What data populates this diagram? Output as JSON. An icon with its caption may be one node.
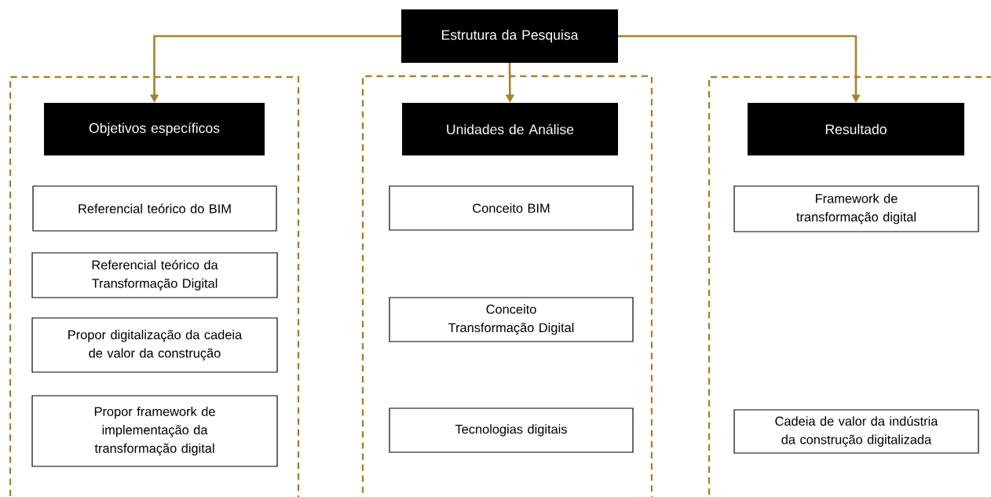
{
  "diagram": {
    "nodes": [
      {
        "text": [
          "Estrutura da Pesquisa"
        ]
      },
      {
        "text": [],
        "shape": "box"
      },
      {
        "text": [
          "Objetivos específicos"
        ],
        "in": 1
      },
      {
        "text": [
          "Referencial teórico do BIM"
        ],
        "in": 1
      },
      {
        "text": [
          "Referencial teórico da Transformação Digital"
        ],
        "in": 1
      },
      {
        "text": [
          "Propor digitalização da cadeia de valor da construção"
        ],
        "in": 1
      },
      {
        "text": [
          "Propor framework de implementação da transformação digital"
        ],
        "in": 1
      },
      {
        "text": [],
        "shape": "box"
      },
      {
        "text": [
          "Unidades de Análise"
        ],
        "in": 7
      },
      {
        "text": [
          "Conceito BIM"
        ],
        "in": 7
      },
      {
        "text": [
          "Conceito Transformação Digital"
        ],
        "in": 7
      },
      {
        "text": [
          "Tecnologias digitais"
        ],
        "in": 7
      },
      {
        "text": [],
        "shape": "box"
      },
      {
        "text": [
          "Resultado"
        ],
        "in": 12
      },
      {
        "text": [
          "Framework de transformação digital"
        ],
        "in": 12
      },
      {
        "text": [
          "Cadeia de valor da indústria da construção digitalizada"
        ],
        "in": 12
      }
    ],
    "edges": [
      {
        "from": 0,
        "to": 2,
        "arrow": "to"
      },
      {
        "from": 0,
        "to": 8,
        "arrow": "to"
      },
      {
        "from": 0,
        "to": 13,
        "arrow": "to"
      }
    ]
  }
}
